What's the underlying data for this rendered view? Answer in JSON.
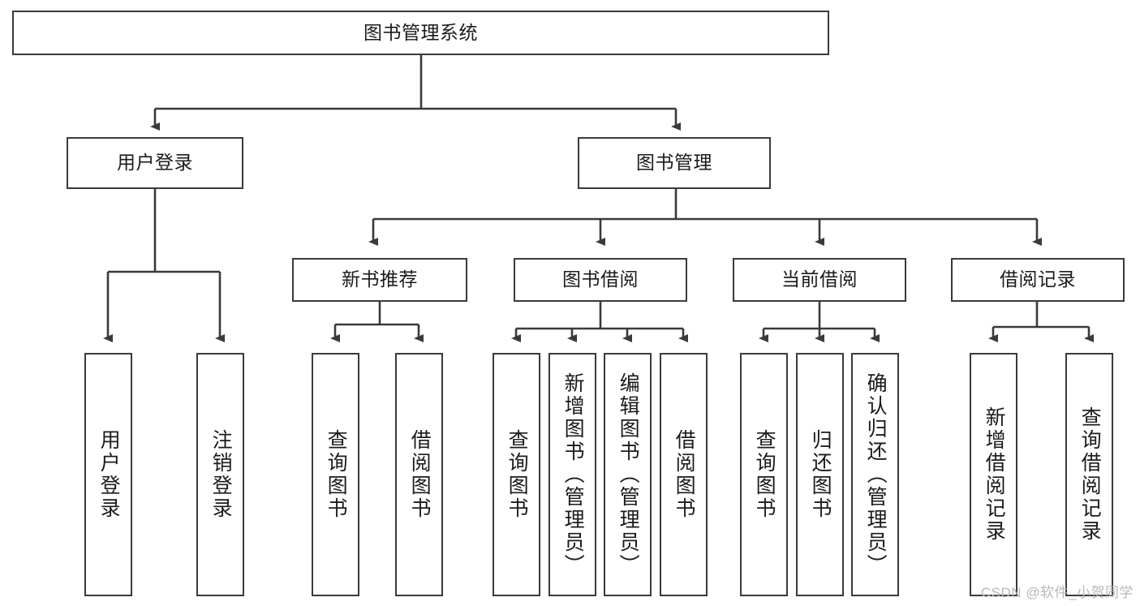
{
  "diagram": {
    "title": "图书管理系统",
    "type": "tree-hierarchy",
    "watermark": "CSDN @软件_小贺同学",
    "colors": {
      "box_border": "#3a3a3a",
      "box_fill": "#ffffff",
      "line": "#3a3a3a",
      "text": "#1b1b1b",
      "watermark": "#b8b8b8"
    },
    "root": {
      "label": "图书管理系统"
    },
    "level2": [
      {
        "label": "用户登录"
      },
      {
        "label": "图书管理"
      }
    ],
    "level3": [
      {
        "label": "新书推荐"
      },
      {
        "label": "图书借阅"
      },
      {
        "label": "当前借阅"
      },
      {
        "label": "借阅记录"
      }
    ],
    "leaves": {
      "user_login": [
        {
          "label": "用户登录"
        },
        {
          "label": "注销登录"
        }
      ],
      "new_book_recommend": [
        {
          "label": "查询图书"
        },
        {
          "label": "借阅图书"
        }
      ],
      "book_borrow": [
        {
          "label": "查询图书"
        },
        {
          "label": "新增图书（管理员）"
        },
        {
          "label": "编辑图书（管理员）"
        },
        {
          "label": "借阅图书"
        }
      ],
      "current_borrow": [
        {
          "label": "查询图书"
        },
        {
          "label": "归还图书"
        },
        {
          "label": "确认归还（管理员）"
        }
      ],
      "borrow_record": [
        {
          "label": "新增借阅记录"
        },
        {
          "label": "查询借阅记录"
        }
      ]
    }
  }
}
